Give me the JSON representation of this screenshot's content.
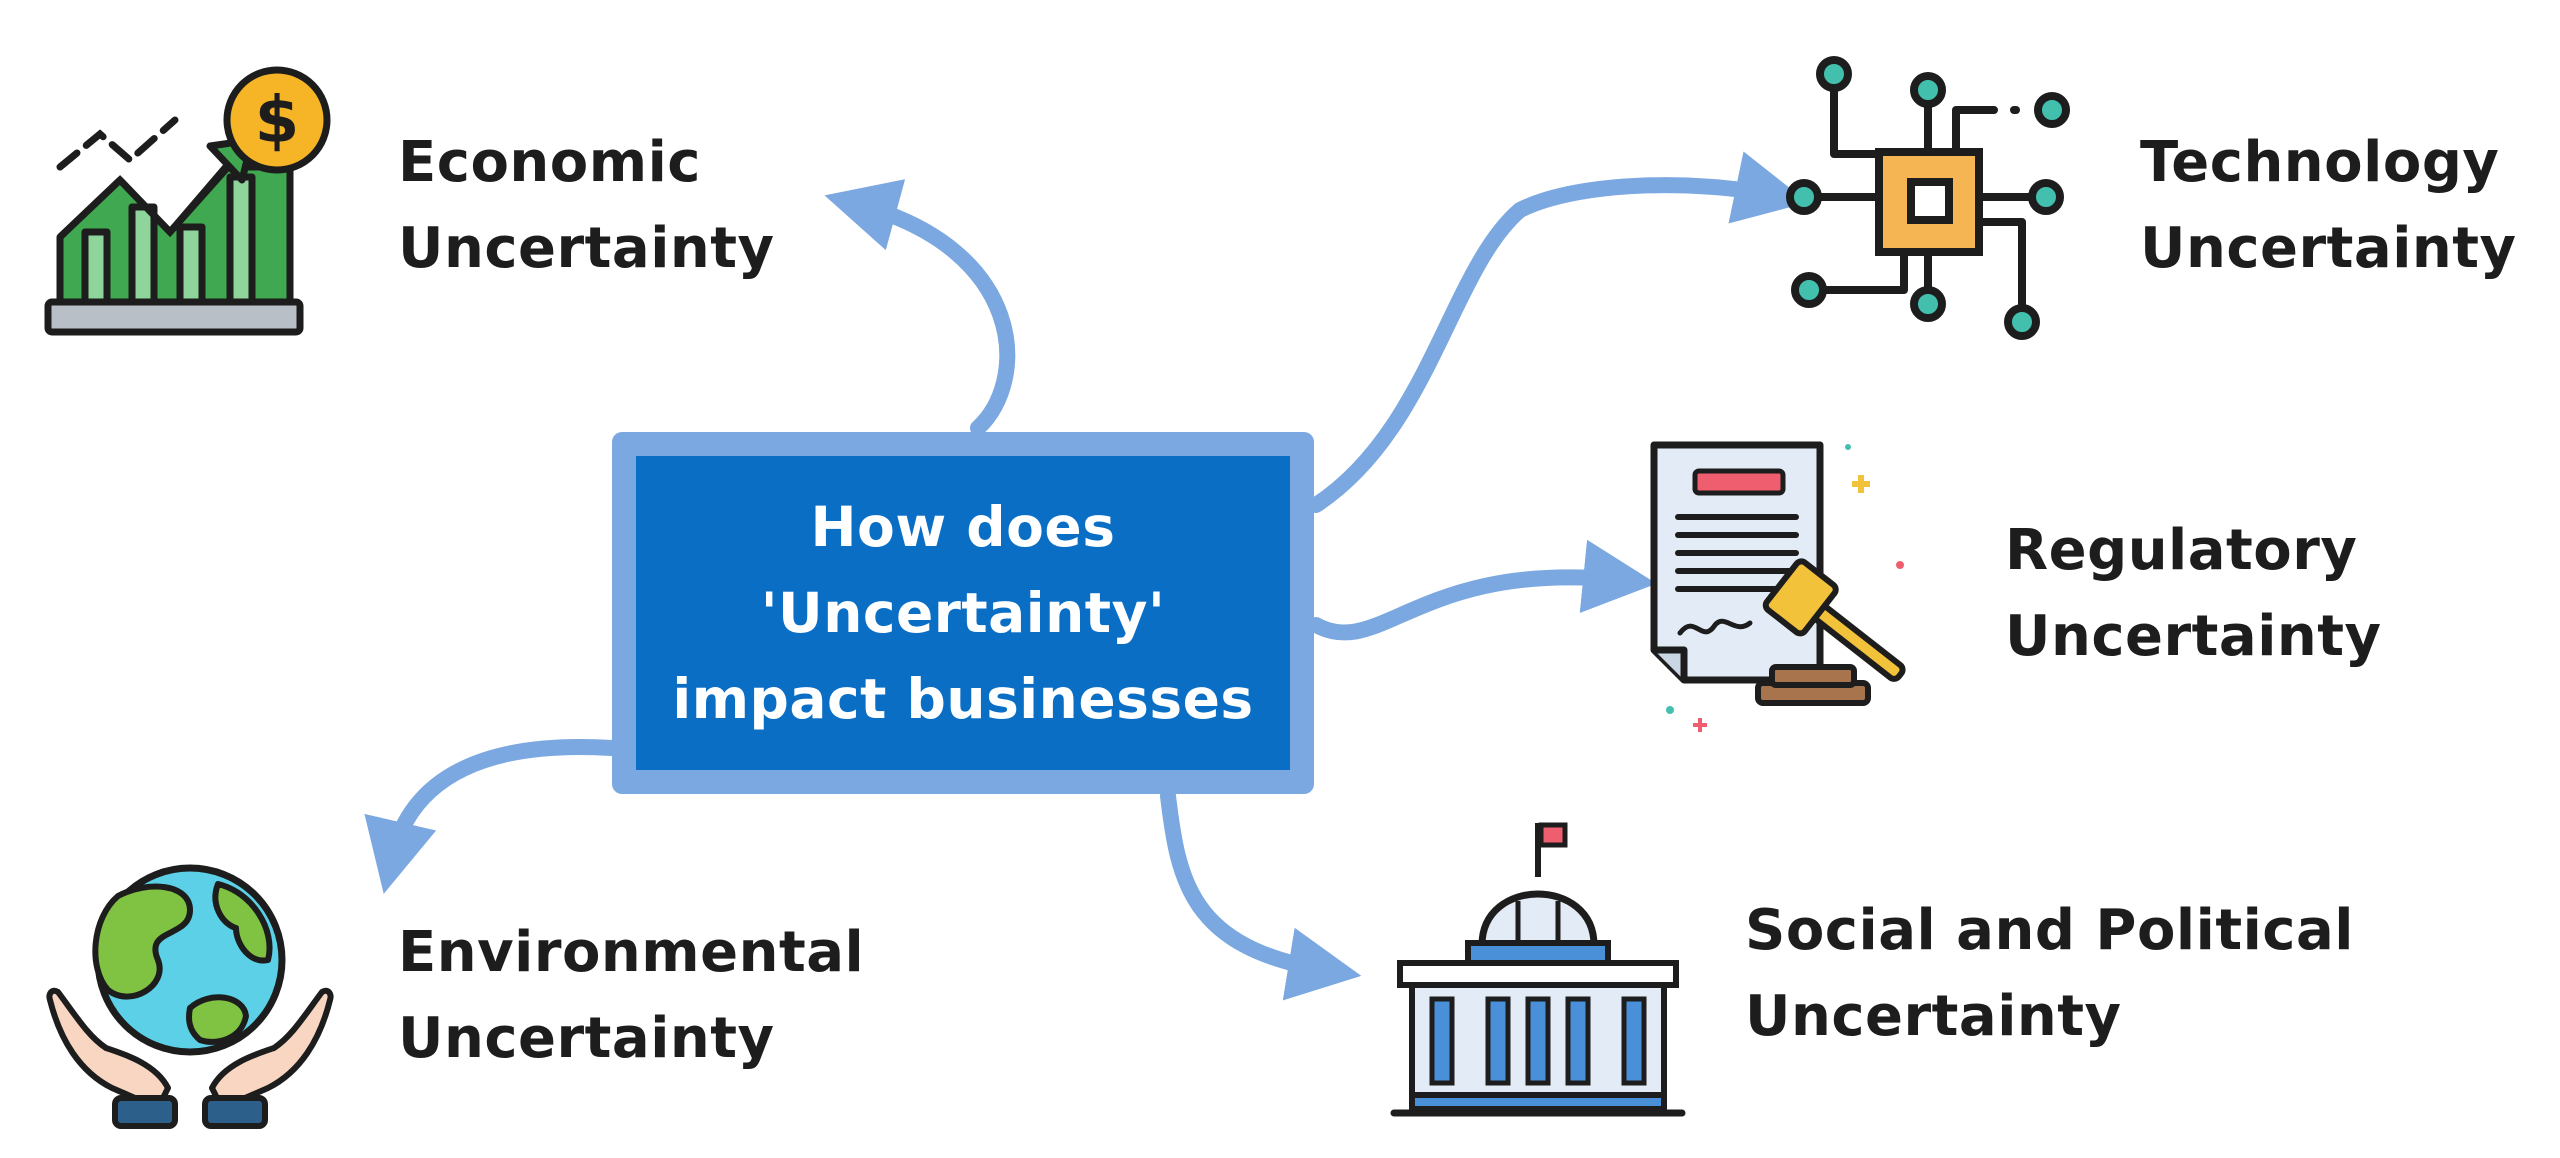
{
  "center": {
    "lines": [
      "How does",
      "'Uncertainty'",
      "impact businesses"
    ]
  },
  "nodes": {
    "economic": {
      "line1": "Economic",
      "line2": "Uncertainty",
      "icon": "growth-chart-dollar-icon"
    },
    "technology": {
      "line1": "Technology",
      "line2": "Uncertainty",
      "icon": "microchip-icon"
    },
    "regulatory": {
      "line1": "Regulatory",
      "line2": "Uncertainty",
      "icon": "legal-document-gavel-icon"
    },
    "environmental": {
      "line1": "Environmental",
      "line2": "Uncertainty",
      "icon": "globe-in-hands-icon"
    },
    "social": {
      "line1": "Social and Political",
      "line2": "Uncertainty",
      "icon": "government-building-icon"
    }
  },
  "colors": {
    "center_fill": "#0a6ec5",
    "center_border": "#7ba8e0",
    "arrow": "#7ba8e0",
    "text": "#1d1d1d"
  }
}
